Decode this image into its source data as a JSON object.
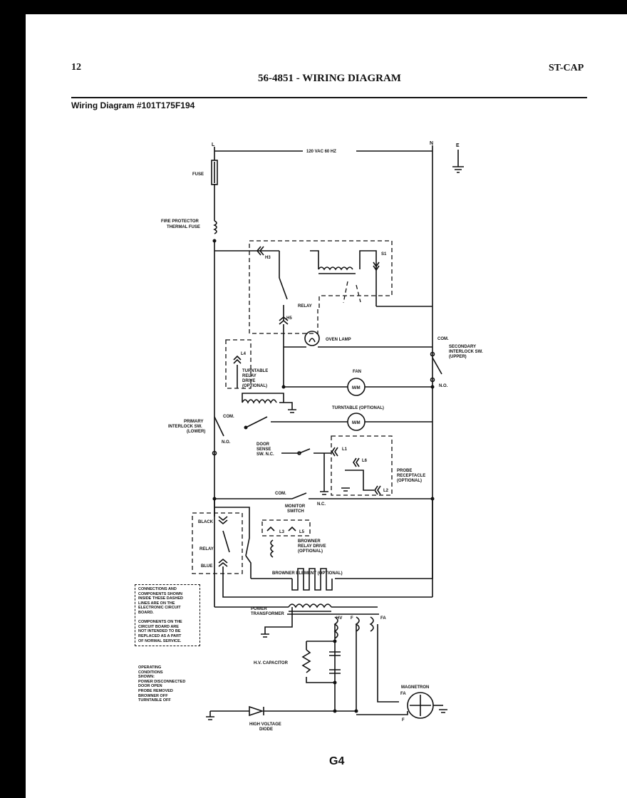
{
  "header": {
    "page_number": "12",
    "title": "56-4851 - WIRING DIAGRAM",
    "code": "ST-CAP"
  },
  "subtitle": "Wiring Diagram #101T175F194",
  "footer": "G4",
  "diagram": {
    "line_L": "L",
    "line_N": "N",
    "line_E": "E",
    "supply": "120 VAC 60 HZ",
    "fuse": "FUSE",
    "fire_protector": [
      "FIRE PROTECTOR",
      "THERMAL FUSE"
    ],
    "h3": "H3",
    "h5": "H5",
    "s1": "S1",
    "relay_top": "RELAY",
    "oven_lamp": "OVEN LAMP",
    "com_top": "COM.",
    "secondary_interlock": [
      "SECONDARY",
      "INTERLOCK SW.",
      "(UPPER)"
    ],
    "no_top": "N.O.",
    "l4": "L4",
    "turntable_relay": [
      "TURNTABLE",
      "RELAY",
      "DRIVE",
      "(OPTIONAL)"
    ],
    "fan": "FAN",
    "fan_motor": "M/M",
    "turntable_optional": "TURNTABLE (OPTIONAL)",
    "turntable_motor": "M/M",
    "com_primary": "COM.",
    "primary_interlock": [
      "PRIMARY",
      "INTERLOCK SW.",
      "(LOWER)"
    ],
    "no_primary": "N.O.",
    "door_sense": [
      "DOOR",
      "SENSE",
      "SW. N.C."
    ],
    "l1": "L1",
    "l6": "L6",
    "l2": "L2",
    "probe_receptacle": [
      "PROBE",
      "RECEPTACLE",
      "(OPTIONAL)"
    ],
    "com_monitor": "COM.",
    "monitor_switch": [
      "MONITOR",
      "SWITCH"
    ],
    "nc_monitor": "N.C.",
    "black": "BLACK",
    "relay_lower": "RELAY",
    "blue": "BLUE",
    "l3": "L3",
    "l5": "L5",
    "browner_relay": [
      "BROWNER",
      "RELAY DRIVE",
      "(OPTIONAL)"
    ],
    "browner_element": "BROWNER ELEMENT (OPTIONAL)",
    "power_transformer": [
      "POWER",
      "TRANSFORMER"
    ],
    "hv": "HV",
    "f": "F",
    "fa": "FA",
    "hv_capacitor": "H.V. CAPACITOR",
    "magnetron": "MAGNETRON",
    "fa_mag": "FA",
    "f_mag": "F",
    "hv_diode": [
      "HIGH VOLTAGE",
      "DIODE"
    ]
  },
  "notes": {
    "box": "CONNECTIONS AND\nCOMPONENTS SHOWN\nINSIDE THESE DASHED\nLINES ARE ON THE\nELECTRONIC CIRCUIT\nBOARD.\n\nCOMPONENTS ON THE\nCIRCUIT BOARD ARE\nNOT INTENDED TO BE\nREPLACED AS A PART\nOF NORMAL SERVICE.",
    "operating": "OPERATING\nCONDITIONS\nSHOWN:\nPOWER DISCONNECTED\nDOOR OPEN\nPROBE REMOVED\nBROWNER OFF\nTURNTABLE OFF"
  }
}
